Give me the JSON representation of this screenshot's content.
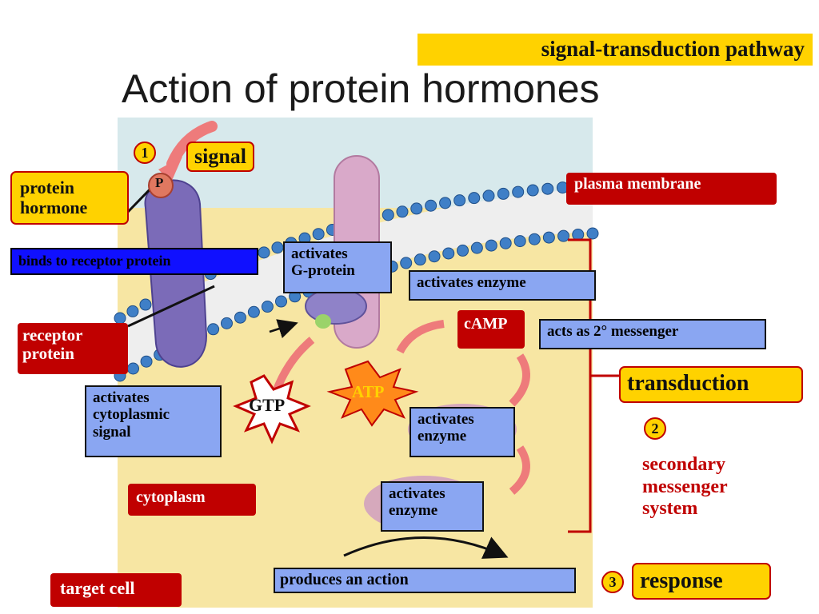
{
  "title": "Action of protein hormones",
  "banner": "signal-transduction pathway",
  "labels": {
    "signal": "signal",
    "protein_hormone": "protein\nhormone",
    "p": "P",
    "plasma_membrane": "plasma membrane",
    "binds_receptor": "binds to receptor protein",
    "activates_g_protein": "activates\nG-protein",
    "activates_enzyme_top": "activates enzyme",
    "camp": "cAMP",
    "second_messenger": "acts as 2° messenger",
    "receptor_protein": "receptor\nprotein",
    "activates_cytoplasmic": "activates\ncytoplasmic\nsignal",
    "gtp": "GTP",
    "atp": "ATP",
    "activates_enzyme_mid": "activates\nenzyme",
    "activates_enzyme_low": "activates\nenzyme",
    "cytoplasm": "cytoplasm",
    "produces_action": "produces an action",
    "target_cell": "target cell",
    "transduction": "transduction",
    "secondary_messenger": "secondary\nmessenger\nsystem",
    "response": "response"
  },
  "steps": [
    "1",
    "2",
    "3"
  ],
  "colors": {
    "highlight_yellow": "#ffd200",
    "label_red": "#c00000",
    "box_blue": "#8aa6f2",
    "bright_blue": "#1010ff",
    "cytoplasm": "#f7e6a3",
    "membrane_head": "#3f7fc7"
  }
}
